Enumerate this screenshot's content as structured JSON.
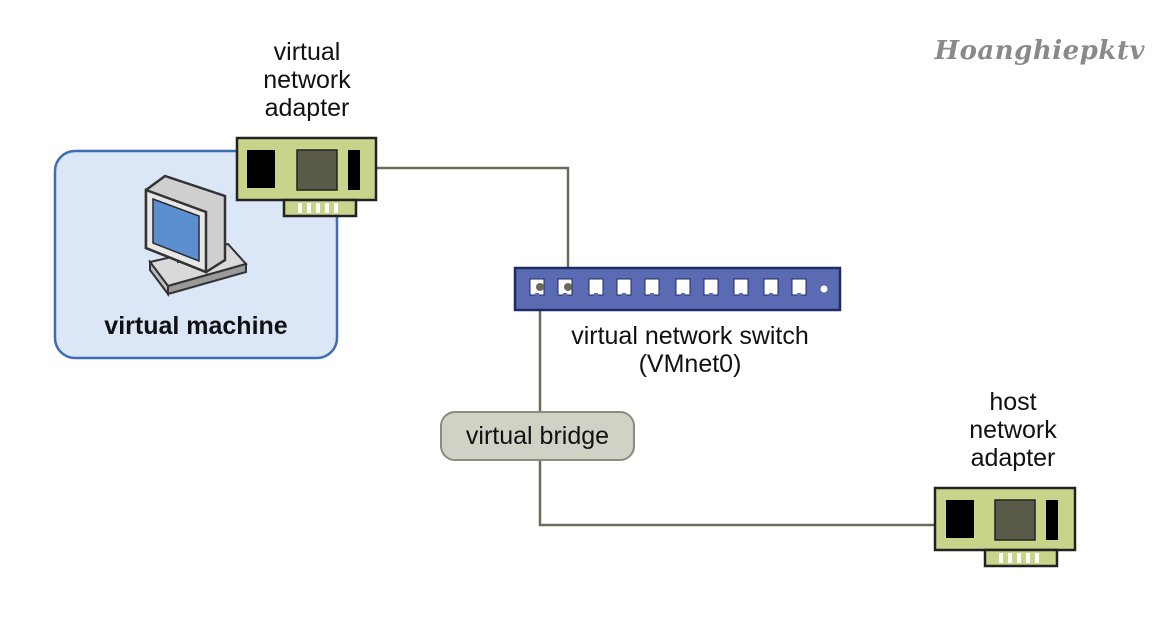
{
  "watermark": "Hoanghiepktv",
  "vm": {
    "label": "virtual machine"
  },
  "vnic": {
    "label_lines": [
      "virtual",
      "network",
      "adapter"
    ]
  },
  "switch": {
    "label_lines": [
      "virtual network switch",
      "(VMnet0)"
    ]
  },
  "bridge": {
    "label": "virtual bridge"
  },
  "hostnic": {
    "label_lines": [
      "host",
      "network",
      "adapter"
    ]
  },
  "colors": {
    "vm_fill": "#dbe6f7",
    "vm_border": "#3d6db5",
    "card_green": "#c8d48a",
    "switch_blue": "#5b6bb3",
    "bridge_fill": "#cfd2c4",
    "line": "#6b6b5a"
  }
}
